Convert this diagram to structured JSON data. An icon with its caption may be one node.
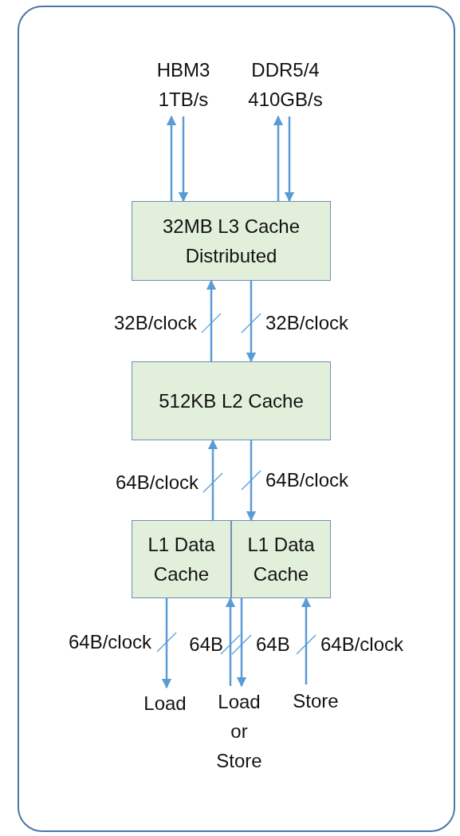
{
  "diagram": {
    "nodes": [
      {
        "text": [
          "HBM3 1TB/s"
        ]
      },
      {
        "text": [
          "DDR5/4 410GB/s"
        ]
      },
      {
        "text": [
          "32MB L3 Cache Distributed"
        ]
      },
      {
        "text": [
          "512KB L2 Cache"
        ]
      },
      {
        "text": [
          "L1 Data Cache"
        ]
      },
      {
        "text": [
          "L1 Data Cache"
        ]
      },
      {
        "text": [
          "Load"
        ]
      },
      {
        "text": [
          "Load or Store"
        ]
      },
      {
        "text": [
          "Store"
        ]
      }
    ],
    "edges": [
      {
        "from": 2,
        "to": 0,
        "arrow": "to"
      },
      {
        "from": 0,
        "to": 2,
        "arrow": "to"
      },
      {
        "from": 2,
        "to": 1,
        "arrow": "to"
      },
      {
        "from": 1,
        "to": 2,
        "arrow": "to"
      },
      {
        "from": 3,
        "to": 2,
        "arrow": "to",
        "label": "32B/clock"
      },
      {
        "from": 2,
        "to": 3,
        "arrow": "to",
        "label": "32B/clock"
      },
      {
        "from": 4,
        "to": 3,
        "arrow": "to",
        "label": "64B/clock"
      },
      {
        "from": 3,
        "to": 5,
        "arrow": "to",
        "label": "64B/clock"
      },
      {
        "from": 4,
        "to": 6,
        "arrow": "to",
        "label": "64B/clock"
      },
      {
        "from": 7,
        "to": 4,
        "arrow": "to",
        "label": "64B"
      },
      {
        "from": 5,
        "to": 7,
        "arrow": "to",
        "label": "64B"
      },
      {
        "from": 8,
        "to": 5,
        "arrow": "to",
        "label": "64B/clock"
      }
    ]
  }
}
